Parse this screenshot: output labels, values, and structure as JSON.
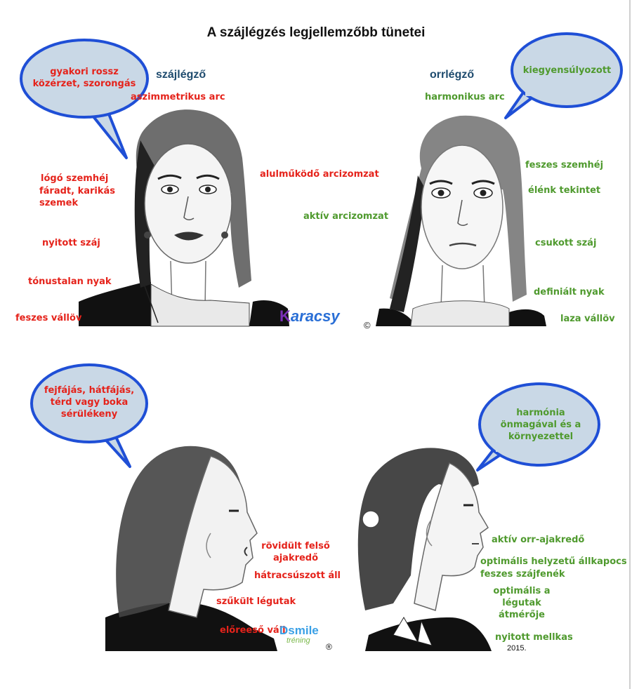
{
  "title": "A szájlégzés legjellemzőbb tünetei",
  "headers": {
    "mouth": "szájlégző",
    "nose": "orrlégző"
  },
  "bubbles": {
    "top_left": [
      "gyakori rossz",
      "közérzet, szorongás"
    ],
    "top_right": [
      "kiegyensúlyozott"
    ],
    "bottom_left": [
      "fejfájás, hátfájás,",
      "térd vagy boka",
      "sérülékeny"
    ],
    "bottom_right": [
      "harmónia",
      "önmagával és a",
      "környezettel"
    ]
  },
  "labels_top_left": {
    "asym_face": "aszimmetrikus arc",
    "eyelid": "lógó szemhéj",
    "tired_eyes": [
      "fáradt, karikás",
      "szemek"
    ],
    "weak_muscles": "alulműködő arcizomzat",
    "open_mouth": "nyitott száj",
    "neck": "tónustalan nyak",
    "shoulder": "feszes vállöv"
  },
  "labels_top_right": {
    "harmonic_face": "harmonikus arc",
    "tight_eyelid": "feszes szemhéj",
    "lively_look": "élénk tekintet",
    "active_muscles": "aktív arcizomzat",
    "closed_mouth": "csukott száj",
    "defined_neck": "definiált nyak",
    "loose_shoulder": "laza vállöv"
  },
  "labels_bottom_left": {
    "upper_lip": [
      "rövidült felső",
      "ajakredő"
    ],
    "chin": "hátracsúszott áll",
    "airway": "szűkült légutak",
    "shoulder": "előreeső váll"
  },
  "labels_bottom_right": {
    "naso_lip": "aktív orr-ajakredő",
    "jaw": "optimális helyzetű állkapocs",
    "floor": "feszes szájfenék",
    "airway": [
      "optimális a légutak",
      "átmérője"
    ],
    "chest": "nyitott mellkas"
  },
  "logos": {
    "karacsy_k": "K",
    "karacsy_rest": "aracsy",
    "copyright": "©",
    "dsmile": "Dsmile",
    "trening": "tréning",
    "registered": "®"
  },
  "year": "2015.",
  "colors": {
    "red": "#e5231b",
    "green": "#4f9a2e",
    "bubble_fill": "#c9d8e6",
    "bubble_stroke": "#1f4fd6",
    "header": "#1e4b6e"
  }
}
